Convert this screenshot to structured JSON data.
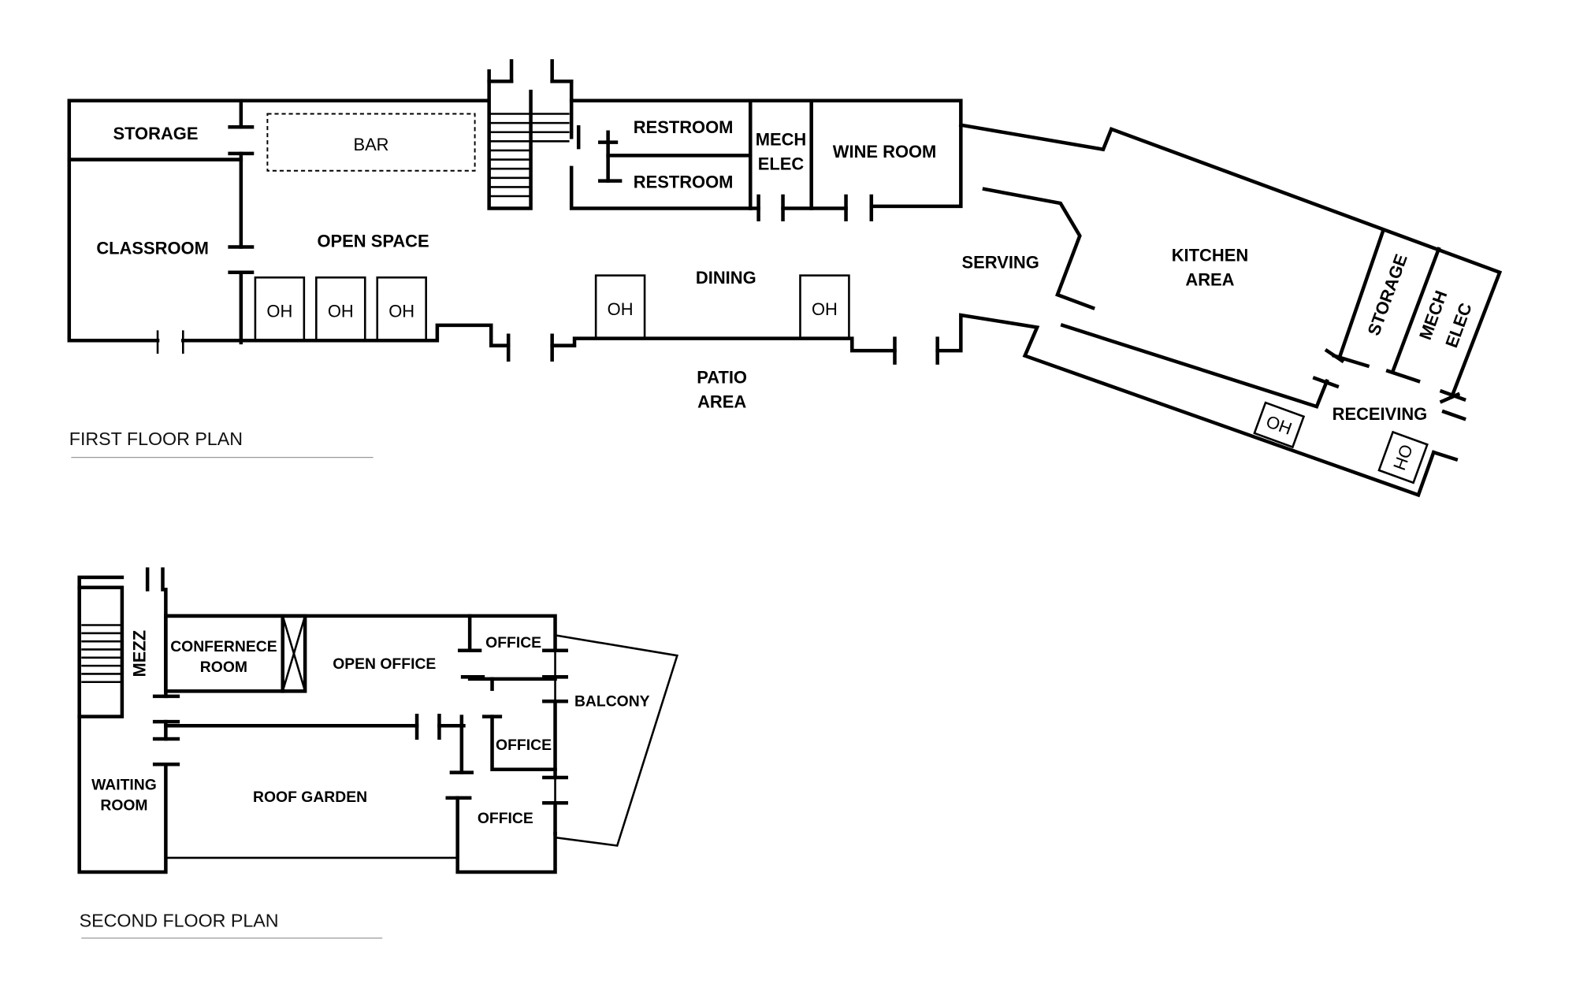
{
  "first_floor": {
    "title": "FIRST FLOOR PLAN",
    "rooms": {
      "storage": "STORAGE",
      "bar": "BAR",
      "classroom": "CLASSROOM",
      "open_space": "OPEN SPACE",
      "restroom_1": "RESTROOM",
      "restroom_2": "RESTROOM",
      "mech_elec_1a": "MECH",
      "mech_elec_1b": "ELEC",
      "wine_room": "WINE ROOM",
      "dining": "DINING",
      "patio_a": "PATIO",
      "patio_b": "AREA",
      "serving": "SERVING",
      "kitchen_a": "KITCHEN",
      "kitchen_b": "AREA",
      "storage_2": "STORAGE",
      "mech_elec_2a": "MECH",
      "mech_elec_2b": "ELEC",
      "receiving": "RECEIVING"
    },
    "oh_label": "OH"
  },
  "second_floor": {
    "title": "SECOND FLOOR PLAN",
    "rooms": {
      "mezz": "MEZZ",
      "conference_a": "CONFERNECE",
      "conference_b": "ROOM",
      "open_office": "OPEN OFFICE",
      "office_1": "OFFICE",
      "office_2": "OFFICE",
      "office_3": "OFFICE",
      "balcony": "BALCONY",
      "waiting_a": "WAITING",
      "waiting_b": "ROOM",
      "roof_garden": "ROOF GARDEN"
    }
  }
}
